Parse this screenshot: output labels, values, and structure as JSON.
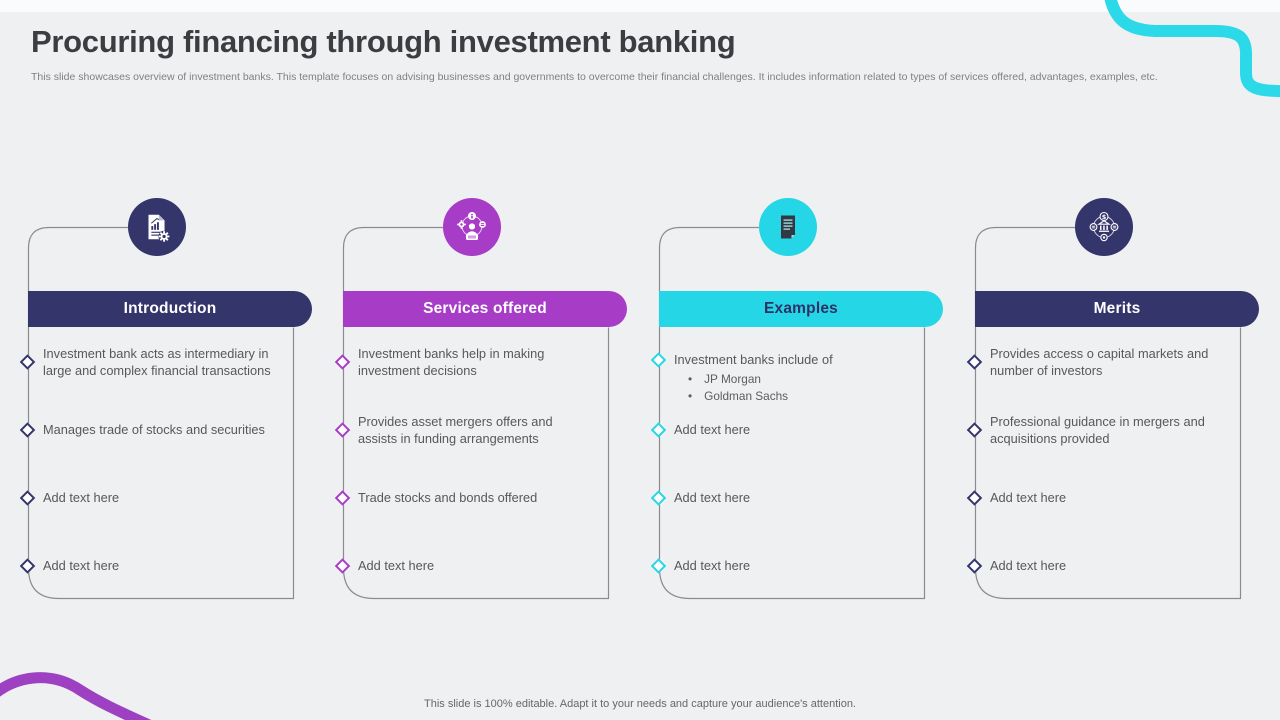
{
  "slide": {
    "title": "Procuring financing through investment banking",
    "subtitle": "This slide showcases overview of investment banks. This template focuses on advising businesses and governments to overcome their financial challenges. It includes information related to types of services offered, advantages, examples, etc.",
    "footer": "This slide is 100% editable. Adapt it to your needs and capture your audience's attention."
  },
  "colors": {
    "navy": "#34356b",
    "purple": "#a73cc7",
    "cyan": "#25d7e6",
    "background": "#eff0f2",
    "body_text": "#58585c",
    "decor_cyan": "#2bd9e9",
    "decor_purple": "#9d40c2"
  },
  "columns": [
    {
      "title": "Introduction",
      "accent": "#34356b",
      "header_text_color": "#ffffff",
      "icon": "document-chart-gear-icon",
      "bullets": [
        {
          "text": "Investment bank acts as intermediary in large and complex financial transactions"
        },
        {
          "text": "Manages trade of stocks and securities"
        },
        {
          "text": "Add text here"
        },
        {
          "text": "Add text here"
        }
      ]
    },
    {
      "title": "Services offered",
      "accent": "#a73cc7",
      "header_text_color": "#ffffff",
      "icon": "consulting-services-icon",
      "bullets": [
        {
          "text": "Investment banks help in making investment decisions"
        },
        {
          "text": "Provides asset mergers offers and assists in funding arrangements"
        },
        {
          "text": "Trade stocks and bonds offered"
        },
        {
          "text": "Add text here"
        }
      ]
    },
    {
      "title": "Examples",
      "accent": "#25d7e6",
      "header_text_color": "#2f3166",
      "icon": "document-icon",
      "bullets": [
        {
          "text": "Investment banks include of",
          "sub_bullets": [
            "JP Morgan",
            "Goldman Sachs"
          ]
        },
        {
          "text": "Add text here"
        },
        {
          "text": "Add text here"
        },
        {
          "text": "Add text here"
        }
      ]
    },
    {
      "title": "Merits",
      "accent": "#34356b",
      "header_text_color": "#ffffff",
      "icon": "bank-network-icon",
      "bullets": [
        {
          "text": "Provides access o capital markets and number of investors"
        },
        {
          "text": "Professional guidance in mergers and acquisitions provided"
        },
        {
          "text": "Add text here"
        },
        {
          "text": "Add text here"
        }
      ]
    }
  ]
}
